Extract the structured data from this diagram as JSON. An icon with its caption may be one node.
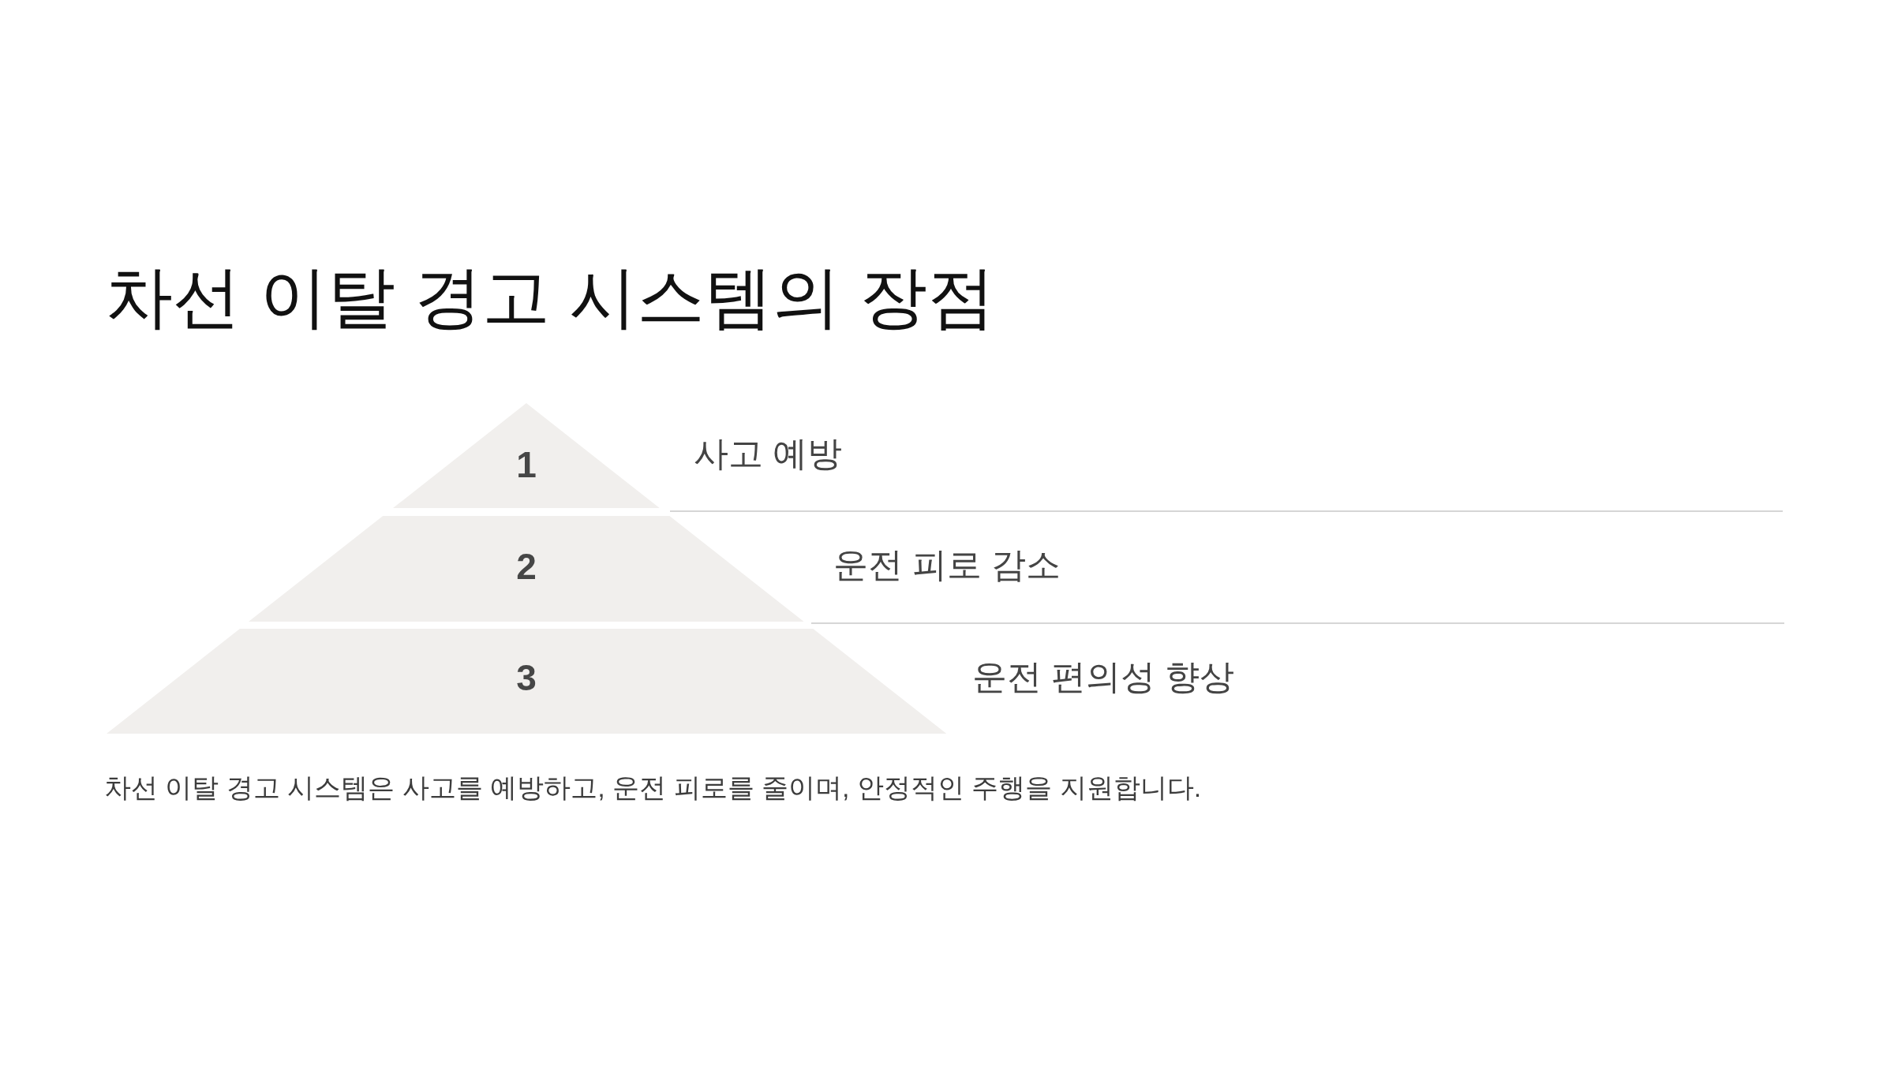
{
  "diagram": {
    "title": "차선 이탈 경고 시스템의 장점",
    "nodes": [
      {
        "text": [
          "1"
        ],
        "beside": [
          "사고 예방"
        ]
      },
      {
        "text": [
          "2"
        ],
        "beside": [
          "운전 피로 감소"
        ]
      },
      {
        "text": [
          "3"
        ],
        "beside": [
          "운전 편의성 향상"
        ]
      }
    ],
    "caption": "차선 이탈 경고 시스템은 사고를 예방하고, 운전 피로를 줄이며, 안정적인 주행을 지원합니다."
  }
}
